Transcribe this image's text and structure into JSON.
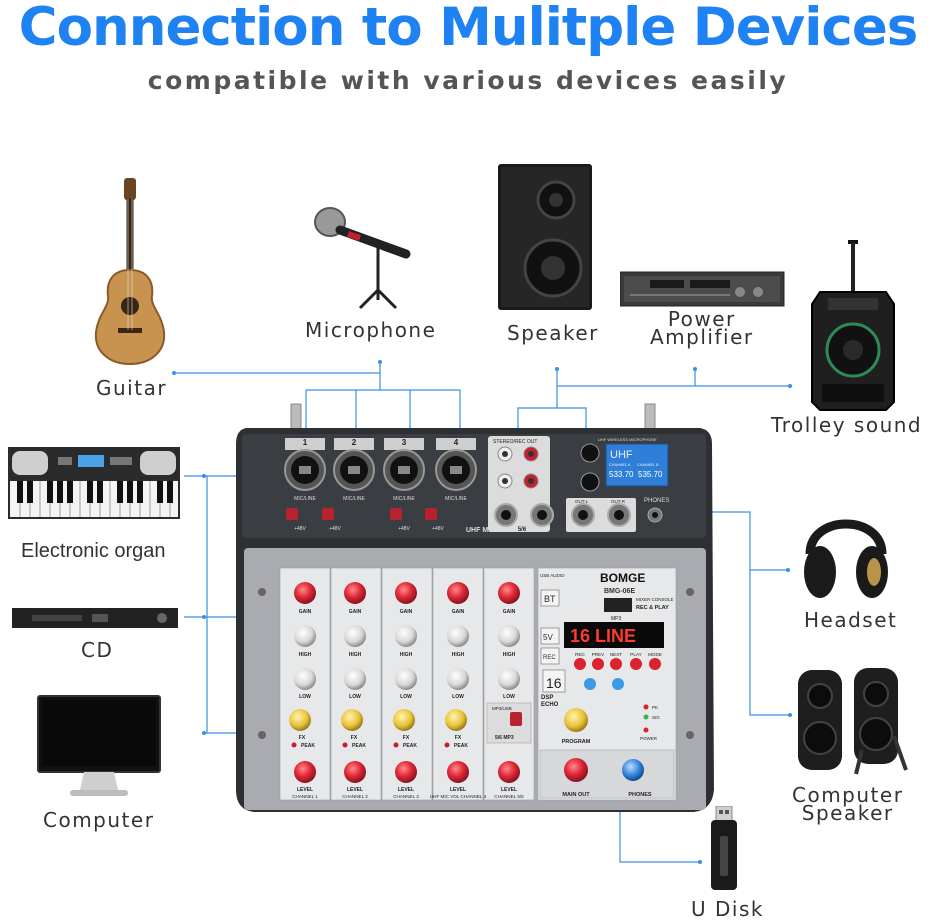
{
  "header": {
    "title": "Connection to Mulitple Devices",
    "subtitle": "compatible with various devices easily"
  },
  "devices": {
    "guitar": "Guitar",
    "microphone": "Microphone",
    "speaker": "Speaker",
    "power_amplifier_line1": "Power",
    "power_amplifier_line2": "Amplifier",
    "trolley": "Trolley sound",
    "organ": "Electronic organ",
    "cd": "CD",
    "computer": "Computer",
    "headset": "Headset",
    "computer_speaker_line1": "Computer",
    "computer_speaker_line2": "Speaker",
    "udisk": "U Disk"
  },
  "mixer": {
    "brand": "BOMGE",
    "model": "BMG-06E",
    "console_label": "MIXER CONSOLE",
    "rec_play": "REC & PLAY",
    "display": "16 LINE",
    "uhf_panel": {
      "title": "UHF WIRELESS MICROPHONE",
      "label": "UHF",
      "ch_a": "CHANNEL A",
      "ch_b": "CHANNEL B",
      "freq_a": "533.70",
      "freq_b": "535.70"
    },
    "channel_numbers": [
      "1",
      "2",
      "3",
      "4"
    ],
    "mic_line": "MIC/LINE",
    "phantom": "+48V",
    "uhf_mic": "UHF MIC",
    "stereo_rec_out": "STEREO/REC OUT",
    "input_56": "5/6",
    "out_l": "OUT-L",
    "out_r": "OUT-R",
    "phones": "PHONES",
    "usb_audio": "USB AUDIO",
    "bt": "BT",
    "v5": "5V",
    "rec": "REC",
    "mp3": "MP3",
    "buttons": [
      "REC",
      "PREV",
      "NEXT",
      "PLAY",
      "MODE"
    ],
    "dsp_num": "16",
    "dsp_label": "DSP",
    "echo_label": "ECHO",
    "program": "PROGRAM",
    "pk_led": "PK",
    "sig_led": "SIG",
    "power_led": "POWER",
    "main_out": "MAIN OUT",
    "phones_knob": "PHONES",
    "mp3usb": "MP3/USB",
    "mp3_56": "5/6 MP3",
    "knob_labels": {
      "gain": "GAIN",
      "high": "HIGH",
      "low": "LOW",
      "fx": "FX",
      "peak": "PEAK",
      "level": "LEVEL"
    },
    "channel_names": [
      "CHANNEL 1",
      "CHANNEL 2",
      "CHANNEL 3",
      "UHF MIC VOL CHANNEL 4",
      "CHANNEL 5/6"
    ]
  }
}
